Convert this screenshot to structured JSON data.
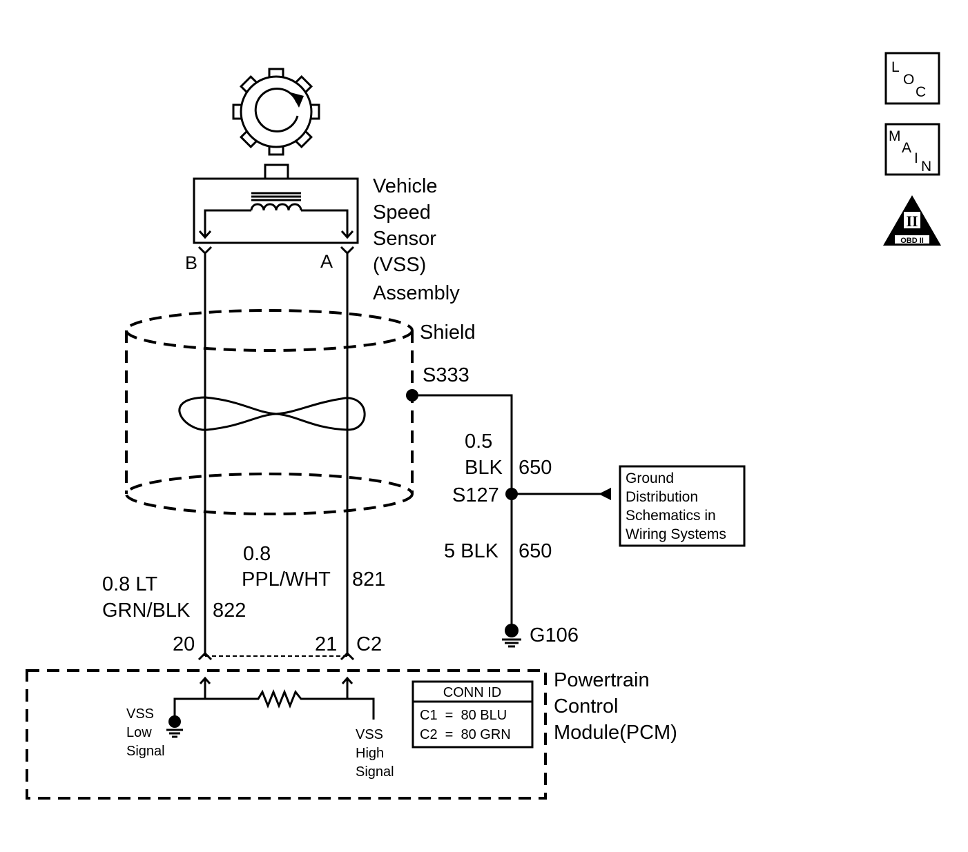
{
  "vss": {
    "title_lines": [
      "Vehicle",
      "Speed",
      "Sensor",
      "(VSS)",
      "Assembly"
    ],
    "pin_b": "B",
    "pin_a": "A"
  },
  "shield": {
    "label": "Shield"
  },
  "splice_s333": {
    "label": "S333"
  },
  "wire_650_upper": {
    "gauge": "0.5",
    "color": "BLK",
    "circuit": "650"
  },
  "splice_s127": {
    "label": "S127"
  },
  "wire_650_lower": {
    "gauge_color": "5 BLK",
    "circuit": "650"
  },
  "ground_g106": {
    "label": "G106"
  },
  "ground_ref": {
    "lines": [
      "Ground",
      "Distribution",
      "Schematics in",
      "Wiring Systems"
    ]
  },
  "wire_822": {
    "line1": "0.8 LT",
    "line2": "GRN/BLK",
    "circuit": "822"
  },
  "wire_821": {
    "line1": "0.8",
    "line2": "PPL/WHT",
    "circuit": "821"
  },
  "pcm_pins": {
    "pin_20": "20",
    "pin_21": "21",
    "connector": "C2"
  },
  "pcm": {
    "title_lines": [
      "Powertrain",
      "Control",
      "Module(PCM)"
    ],
    "vss_low_lines": [
      "VSS",
      "Low",
      "Signal"
    ],
    "vss_high_lines": [
      "VSS",
      "High",
      "Signal"
    ]
  },
  "conn_id": {
    "header": "CONN ID",
    "c1": "C1  =  80 BLU",
    "c2": "C2  =  80 GRN"
  },
  "icons": {
    "loc": {
      "letters": [
        "L",
        "O",
        "C"
      ],
      "icon": "loc-icon"
    },
    "main": {
      "letters": [
        "M",
        "A",
        "I",
        "N"
      ],
      "icon": "main-icon"
    },
    "obd": {
      "numeral": "II",
      "label": "OBD II",
      "icon": "obd-ii-icon"
    }
  }
}
